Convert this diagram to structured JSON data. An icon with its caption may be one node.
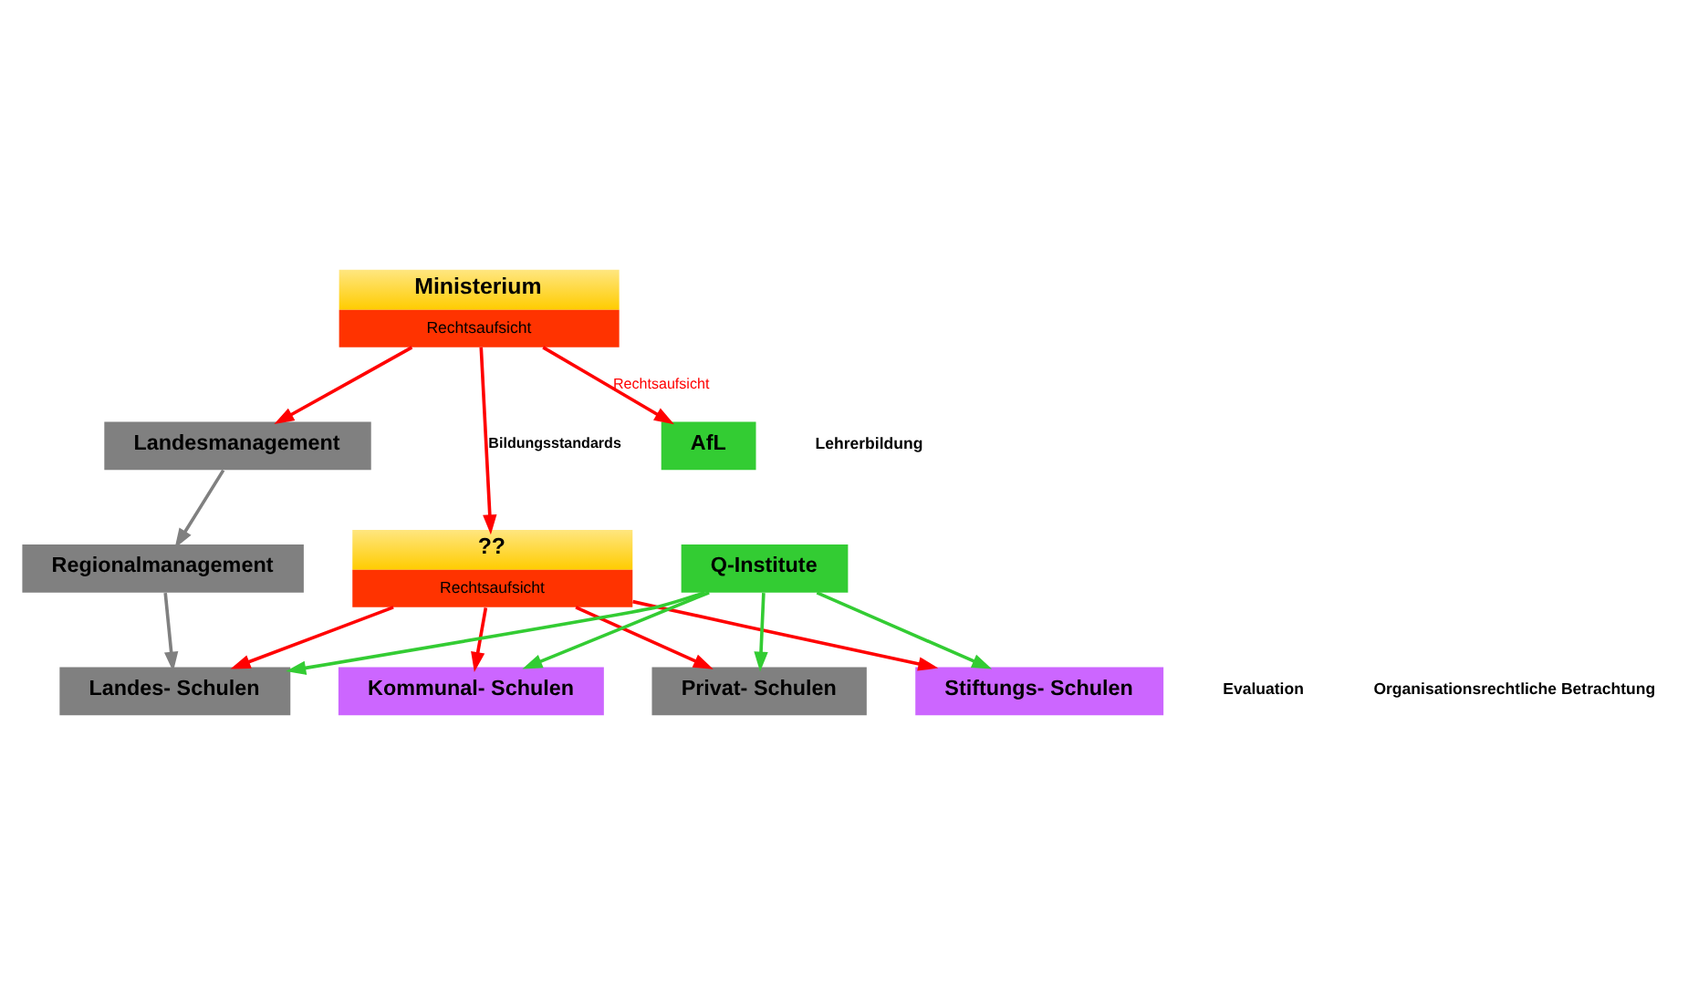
{
  "diagram": {
    "nodes": [
      {
        "text": [
          "Ministerium",
          "Rechtsaufsicht"
        ]
      },
      {
        "text": [
          "Landesmanagement"
        ]
      },
      {
        "text": [
          "??",
          "Rechtsaufsicht"
        ]
      },
      {
        "text": [
          "AfL"
        ],
        "beside": [
          "Lehrerbildung"
        ]
      },
      {
        "text": [
          "Regionalmanagement"
        ]
      },
      {
        "text": [
          "Landes- Schulen"
        ]
      },
      {
        "text": [
          "Kommunal- Schulen"
        ]
      },
      {
        "text": [
          "Stiftungs- Schulen"
        ]
      },
      {
        "text": [
          "Privat- Schulen"
        ]
      },
      {
        "text": [
          "Q-Institute"
        ]
      }
    ],
    "edges": [
      {
        "from": 0,
        "to": 1,
        "arrow": "to"
      },
      {
        "from": 0,
        "to": 2,
        "arrow": "to",
        "label": "Bildungsstandards"
      },
      {
        "from": 0,
        "to": 3,
        "arrow": "to",
        "label": "Rechtsaufsicht"
      },
      {
        "from": 1,
        "to": 4,
        "arrow": "to",
        "color": "#808080"
      },
      {
        "from": 4,
        "to": 5,
        "arrow": "to",
        "color": "#808080"
      },
      {
        "from": 2,
        "to": 5,
        "arrow": "to"
      },
      {
        "from": 2,
        "to": 6,
        "arrow": "to"
      },
      {
        "from": 2,
        "to": 7,
        "arrow": "to"
      },
      {
        "from": 2,
        "to": 8,
        "arrow": "to"
      },
      {
        "from": 9,
        "to": 5,
        "arrow": "to",
        "color": "#33cc33"
      },
      {
        "from": 9,
        "to": 6,
        "arrow": "to",
        "color": "#33cc33"
      },
      {
        "from": 9,
        "to": 7,
        "arrow": "to",
        "color": "#33cc33"
      },
      {
        "from": 9,
        "to": 8,
        "arrow": "to",
        "color": "#33cc33"
      }
    ],
    "labels": [
      "Evaluation",
      "Organisationsrechtliche Betrachtung"
    ]
  }
}
